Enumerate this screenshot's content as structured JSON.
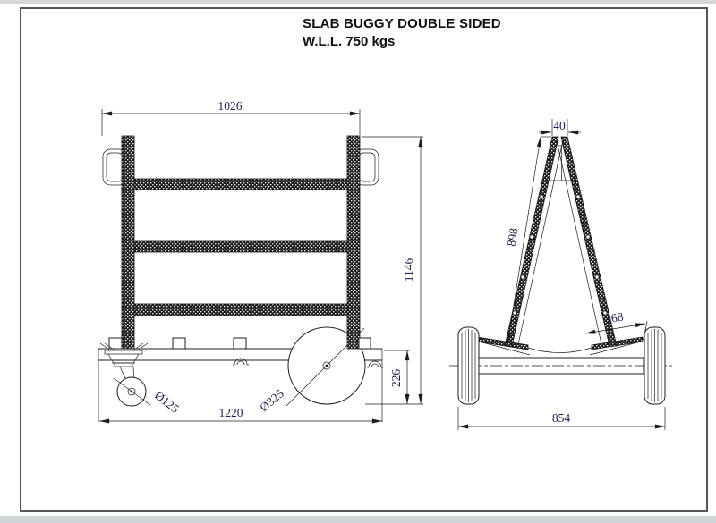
{
  "title": {
    "line1": "SLAB BUGGY DOUBLE SIDED",
    "line2": "W.L.L. 750 kgs"
  },
  "dimensions": {
    "side": {
      "top_width": "1026",
      "overall_height": "1146",
      "base_height": "226",
      "base_length": "1220",
      "caster_diameter": "Ø125",
      "wheel_diameter": "Ø325"
    },
    "end": {
      "apex_width": "40",
      "frame_side_length": "898",
      "ledge_width": "168",
      "track_width": "854"
    }
  },
  "colors": {
    "line": "#1c1c1c",
    "dimension_text": "#1d1d52",
    "page": "#ffffff",
    "surround": "#d6d8da",
    "border": "#565656"
  }
}
